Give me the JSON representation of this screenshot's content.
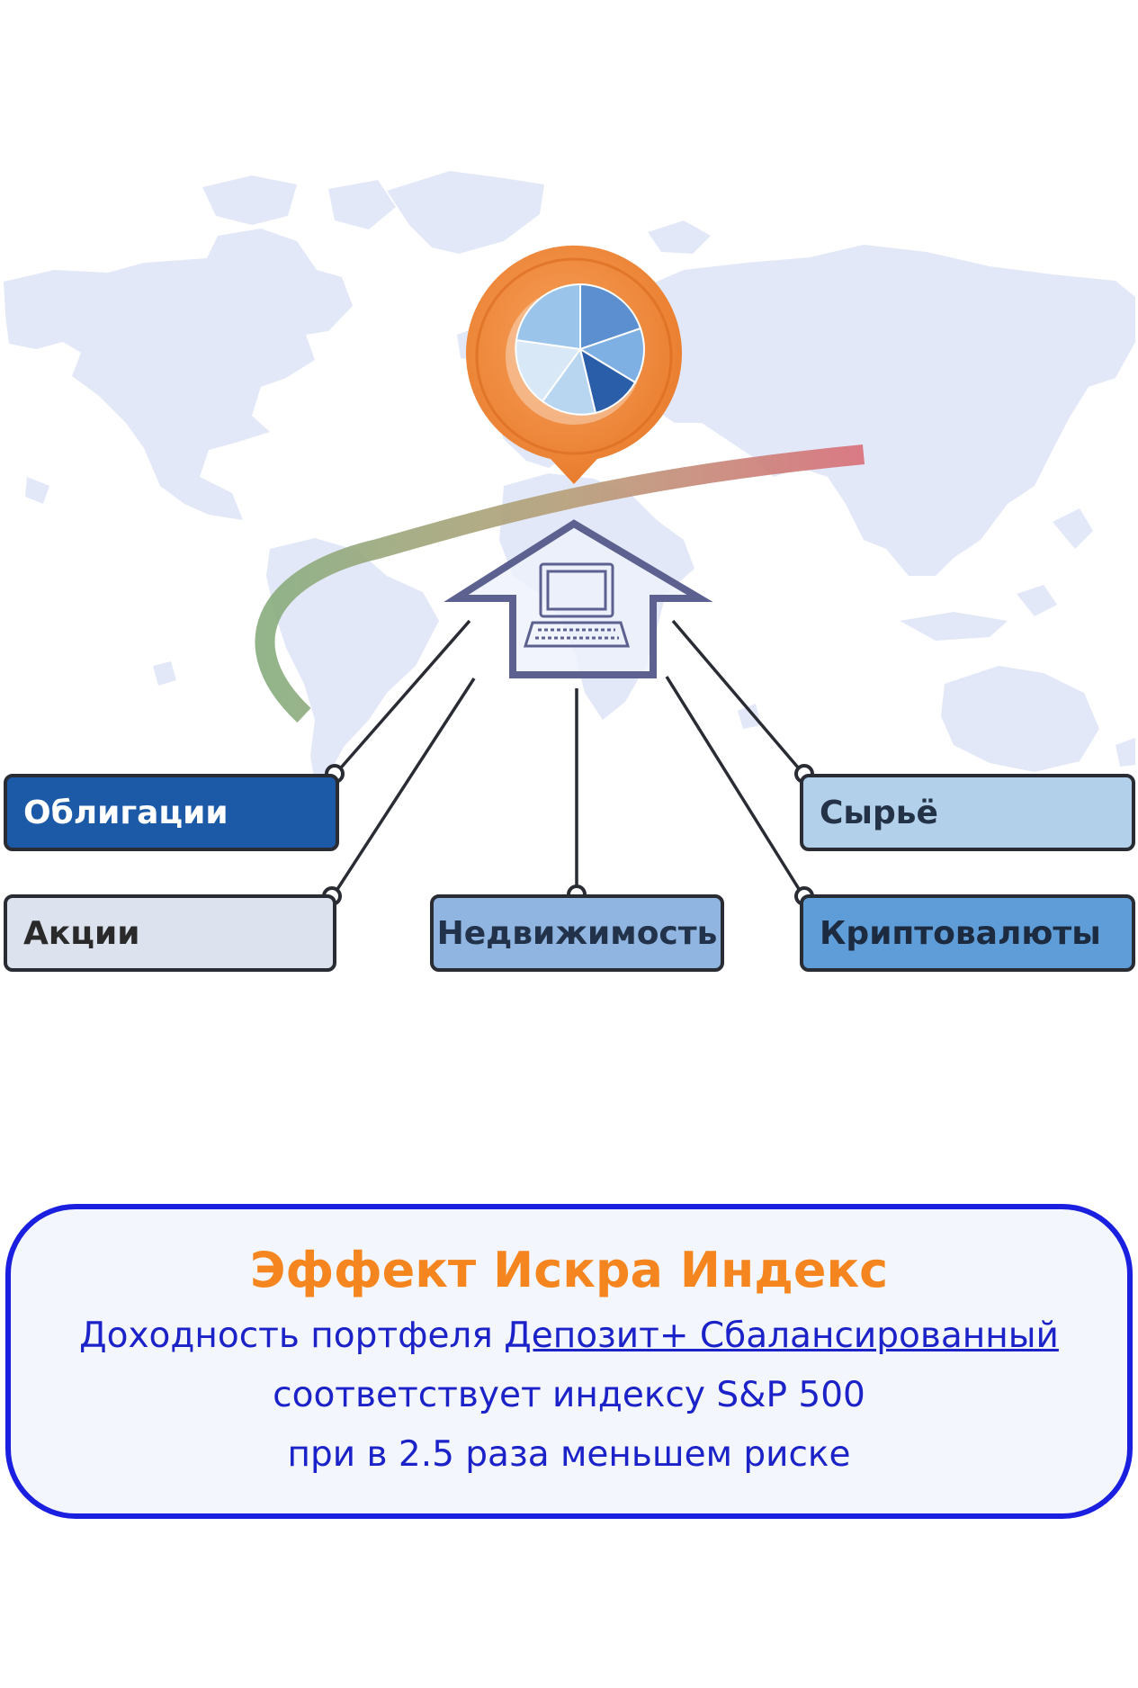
{
  "categories": {
    "bonds": "Облигации",
    "stocks": "Акции",
    "real_estate": "Недвижимость",
    "commodities": "Сырьё",
    "crypto": "Криптовалюты"
  },
  "info": {
    "title": "Эффект Искра Индекс",
    "line1_prefix": "Доходность портфеля ",
    "line1_link": "Депозит+ Сбалансированный",
    "line2": "соответствует индексу S&P 500",
    "line3": "при в 2.5 раза меньшем риске"
  },
  "colors": {
    "title_orange": "#f5861f",
    "text_blue": "#1a22c8",
    "box_border": "#1a1fe0",
    "map_fill": "#e3e8f8",
    "bonds_fill": "#1c5aa8",
    "stocks_fill": "#dce3ee",
    "realty_fill": "#8fb5e0",
    "commodities_fill": "#b2d0ea",
    "crypto_fill": "#5f9dd8",
    "pin_orange": "#f08a3a",
    "arrow_stroke": "#5c6190"
  },
  "icons": {
    "pin": "location-pin-icon",
    "pie": "pie-chart-icon",
    "house": "house-arrow-icon",
    "computer": "computer-icon"
  }
}
